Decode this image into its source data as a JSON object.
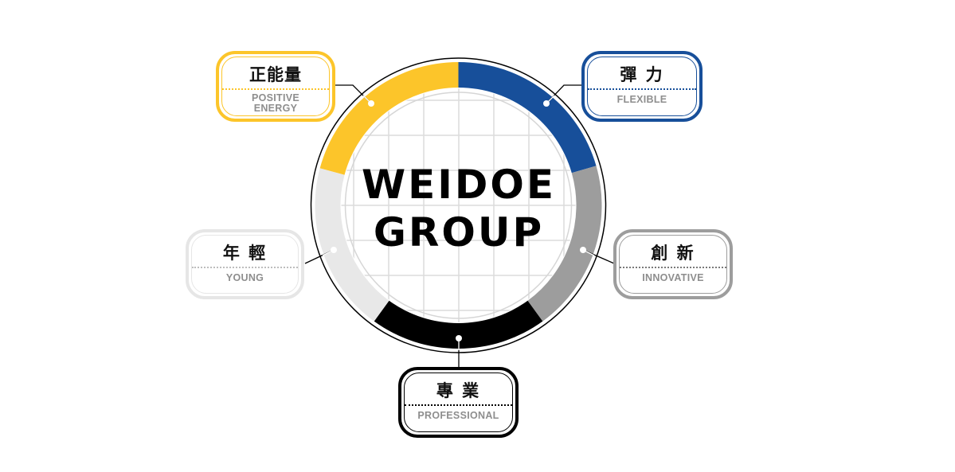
{
  "title": {
    "line1": "WEIDOE",
    "line2": "GROUP"
  },
  "colors": {
    "yellow": "#FCC52A",
    "blue": "#174F9A",
    "gray": "#9D9D9D",
    "black": "#000000",
    "light_gray": "#E8E8E8",
    "grid": "#DCDCDC",
    "english_text": "#8E8E8E"
  },
  "labels": {
    "positive": {
      "zh": "正能量",
      "en": "POSITIVE\nENERGY",
      "color": "#FCC52A",
      "divider": "#FCC52A"
    },
    "flexible": {
      "zh": "彈 力",
      "en": "FLEXIBLE",
      "color": "#174F9A",
      "divider": "#174F9A"
    },
    "young": {
      "zh": "年 輕",
      "en": "YOUNG",
      "color": "#E6E6E6",
      "divider": "#BDBDBD"
    },
    "innovative": {
      "zh": "創 新",
      "en": "INNOVATIVE",
      "color": "#9D9D9D",
      "divider": "#7A7A7A"
    },
    "professional": {
      "zh": "專 業",
      "en": "PROFESSIONAL",
      "color": "#000000",
      "divider": "#000000"
    }
  },
  "ring_segments": [
    {
      "name": "positive",
      "start_deg": 195,
      "end_deg": 270,
      "color": "#FCC52A"
    },
    {
      "name": "flexible",
      "start_deg": 270,
      "end_deg": 344,
      "color": "#174F9A"
    },
    {
      "name": "innovative",
      "start_deg": 344,
      "end_deg": 414,
      "color": "#9D9D9D"
    },
    {
      "name": "professional",
      "start_deg": 54,
      "end_deg": 126,
      "color": "#000000"
    },
    {
      "name": "young",
      "start_deg": 126,
      "end_deg": 195,
      "color": "#E8E8E8"
    }
  ]
}
